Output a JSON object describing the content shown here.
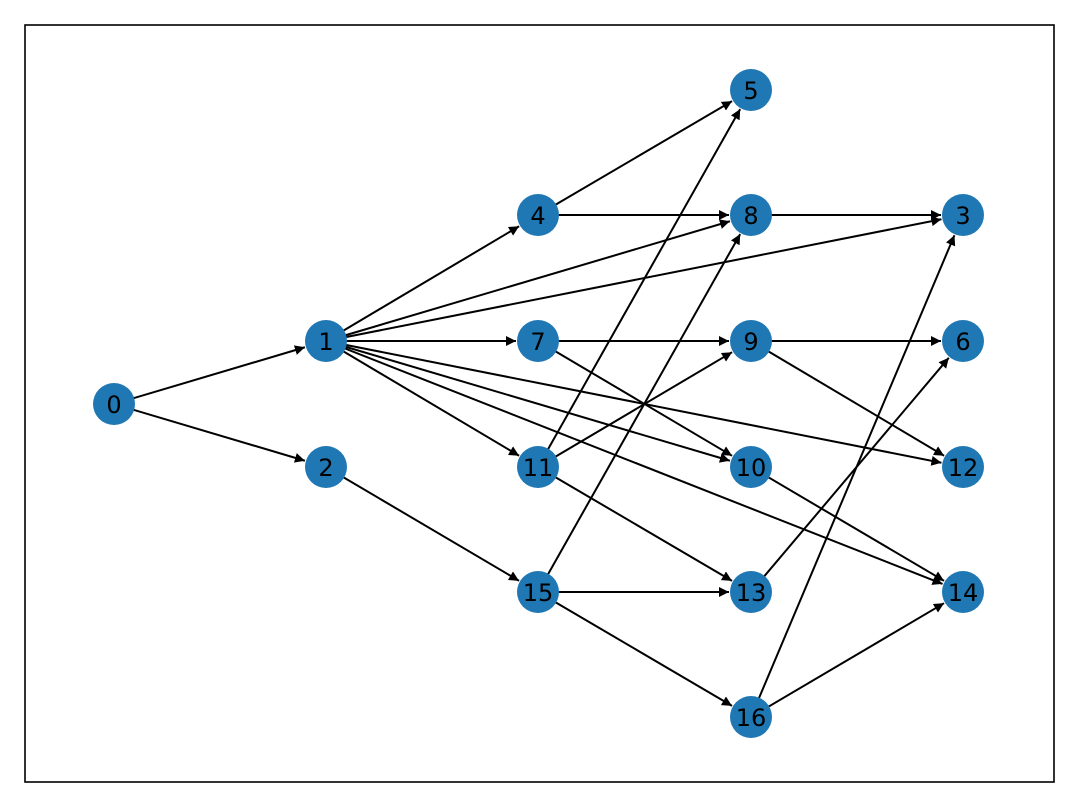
{
  "graph": {
    "type": "directed",
    "node_color": "#1f77b4",
    "edge_color": "#000000",
    "nodes": [
      {
        "id": "0",
        "label": "0"
      },
      {
        "id": "1",
        "label": "1"
      },
      {
        "id": "2",
        "label": "2"
      },
      {
        "id": "3",
        "label": "3"
      },
      {
        "id": "4",
        "label": "4"
      },
      {
        "id": "5",
        "label": "5"
      },
      {
        "id": "6",
        "label": "6"
      },
      {
        "id": "7",
        "label": "7"
      },
      {
        "id": "8",
        "label": "8"
      },
      {
        "id": "9",
        "label": "9"
      },
      {
        "id": "10",
        "label": "10"
      },
      {
        "id": "11",
        "label": "11"
      },
      {
        "id": "12",
        "label": "12"
      },
      {
        "id": "13",
        "label": "13"
      },
      {
        "id": "14",
        "label": "14"
      },
      {
        "id": "15",
        "label": "15"
      },
      {
        "id": "16",
        "label": "16"
      }
    ],
    "edges": [
      [
        "0",
        "1"
      ],
      [
        "0",
        "2"
      ],
      [
        "1",
        "4"
      ],
      [
        "1",
        "8"
      ],
      [
        "1",
        "3"
      ],
      [
        "1",
        "7"
      ],
      [
        "1",
        "11"
      ],
      [
        "1",
        "10"
      ],
      [
        "1",
        "12"
      ],
      [
        "1",
        "14"
      ],
      [
        "2",
        "15"
      ],
      [
        "4",
        "5"
      ],
      [
        "4",
        "8"
      ],
      [
        "8",
        "3"
      ],
      [
        "7",
        "9"
      ],
      [
        "7",
        "10"
      ],
      [
        "9",
        "6"
      ],
      [
        "9",
        "12"
      ],
      [
        "11",
        "5"
      ],
      [
        "11",
        "9"
      ],
      [
        "11",
        "13"
      ],
      [
        "15",
        "8"
      ],
      [
        "15",
        "13"
      ],
      [
        "15",
        "16"
      ],
      [
        "13",
        "6"
      ],
      [
        "10",
        "14"
      ],
      [
        "16",
        "3"
      ],
      [
        "16",
        "14"
      ]
    ]
  }
}
